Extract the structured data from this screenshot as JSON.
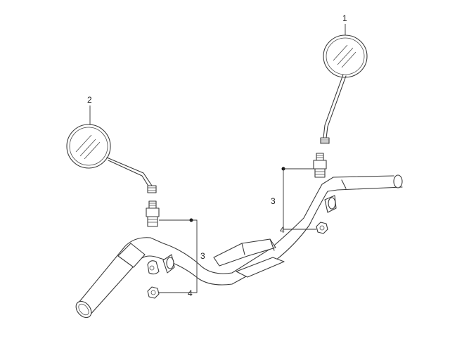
{
  "callouts": {
    "mirror_right": "1",
    "mirror_left": "2",
    "bolt_right": "3",
    "nut_right": "4",
    "bolt_left": "3",
    "nut_left": "4"
  }
}
